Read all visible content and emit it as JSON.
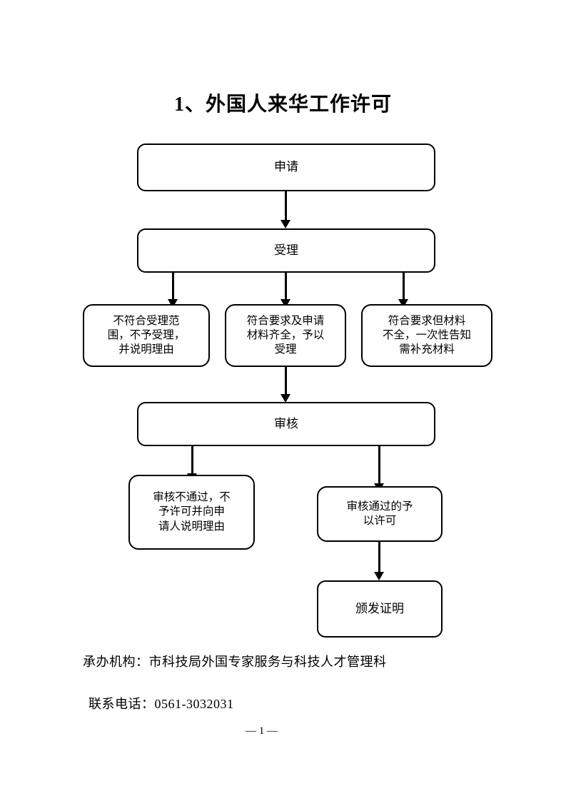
{
  "document": {
    "title": "1、外国人来华工作许可",
    "page_number": "— 1 —",
    "background_color": "#ffffff",
    "line_color": "#000000"
  },
  "flowchart": {
    "nodes": [
      {
        "id": "apply",
        "label": "申请"
      },
      {
        "id": "accept",
        "label": "受理"
      },
      {
        "id": "branch-reject",
        "label": "不符合受理范\n围，不予受理，\n并说明理由"
      },
      {
        "id": "branch-ok",
        "label": "符合要求及申请\n材料齐全，予以\n受理"
      },
      {
        "id": "branch-supp",
        "label": "符合要求但材料\n不全，一次性告知\n需补充材料"
      },
      {
        "id": "review",
        "label": "审核"
      },
      {
        "id": "review-fail",
        "label": "审核不通过，不\n予许可并向申\n请人说明理由"
      },
      {
        "id": "review-pass",
        "label": "审核通过的予\n以许可"
      },
      {
        "id": "issue",
        "label": "颁发证明"
      }
    ]
  },
  "footer": {
    "organization": "承办机构：市科技局外国专家服务与科技人才管理科",
    "phone": "联系电话：0561-3032031"
  }
}
